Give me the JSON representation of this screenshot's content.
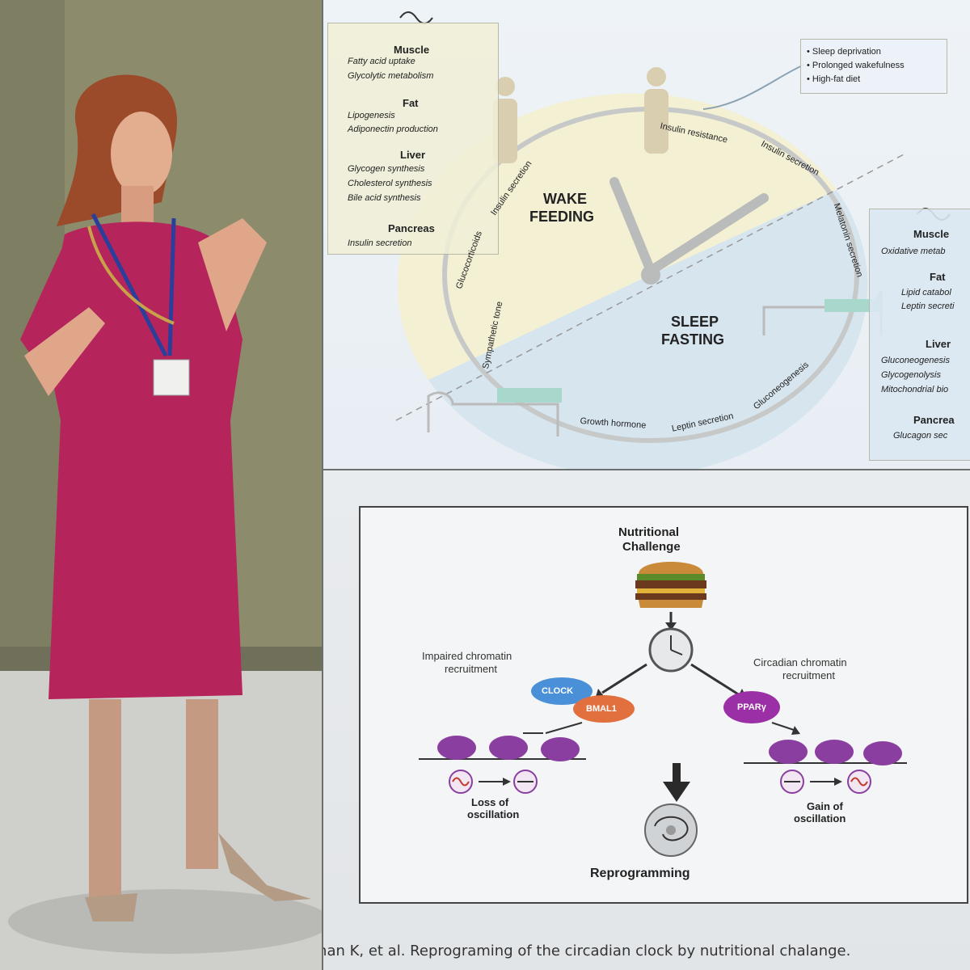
{
  "top_slide": {
    "left_box": {
      "groups": [
        {
          "title": "Muscle",
          "items": [
            "Fatty acid uptake",
            "Glycolytic metabolism"
          ]
        },
        {
          "title": "Fat",
          "items": [
            "Lipogenesis",
            "Adiponectin production"
          ]
        },
        {
          "title": "Liver",
          "items": [
            "Glycogen synthesis",
            "Cholesterol synthesis",
            "Bile acid synthesis"
          ]
        },
        {
          "title": "Pancreas",
          "items": [
            "Insulin secretion"
          ]
        }
      ]
    },
    "right_box": {
      "groups": [
        {
          "title": "Muscle",
          "items": [
            "Oxidative metab"
          ]
        },
        {
          "title": "Fat",
          "items": [
            "Lipid catabol",
            "Leptin secreti"
          ]
        },
        {
          "title": "Liver",
          "items": [
            "Gluconeogenesis",
            "Glycogenolysis",
            "Mitochondrial bio"
          ]
        },
        {
          "title": "Pancrea",
          "items": [
            "Glucagon sec"
          ]
        }
      ]
    },
    "risk_box": [
      "• Sleep deprivation",
      "• Prolonged wakefulness",
      "• High-fat diet"
    ],
    "wake_label": [
      "WAKE",
      "FEEDING"
    ],
    "sleep_label": [
      "SLEEP",
      "FASTING"
    ],
    "arc_labels": {
      "insulin_resistance": "Insulin resistance",
      "insulin_secretion_top": "Insulin secretion",
      "melatonin": "Melatonin secretion",
      "gluconeogenesis": "Gluconeogenesis",
      "leptin": "Leptin secretion",
      "growth_hormone": "Growth hormone",
      "sympathetic": "Sympathetic tone",
      "glucocorticoids": "Glucocorticoids",
      "insulin_secretion_left": "Insulin secretion"
    }
  },
  "bottom_slide": {
    "title": [
      "Nutritional",
      "Challenge"
    ],
    "left_caption": [
      "Impaired chromatin",
      "recruitment"
    ],
    "right_caption": [
      "Circadian chromatin",
      "recruitment"
    ],
    "clock_label": "CLOCK",
    "bmal_label": "BMAL1",
    "ppar_label": "PPARγ",
    "loss_label": [
      "Loss of",
      "oscillation"
    ],
    "gain_label": [
      "Gain of",
      "oscillation"
    ],
    "reprogramming": "Reprogramming",
    "citation": "ahan K, et al. Reprograming of the circadian clock by nutritional chalange."
  },
  "colors": {
    "dress": "#b5245a",
    "clock_blue": "#4a90d9",
    "bmal_orange": "#e2703f",
    "ppar_purple": "#9b2fa6",
    "nucleosome": "#8a3fa0"
  }
}
